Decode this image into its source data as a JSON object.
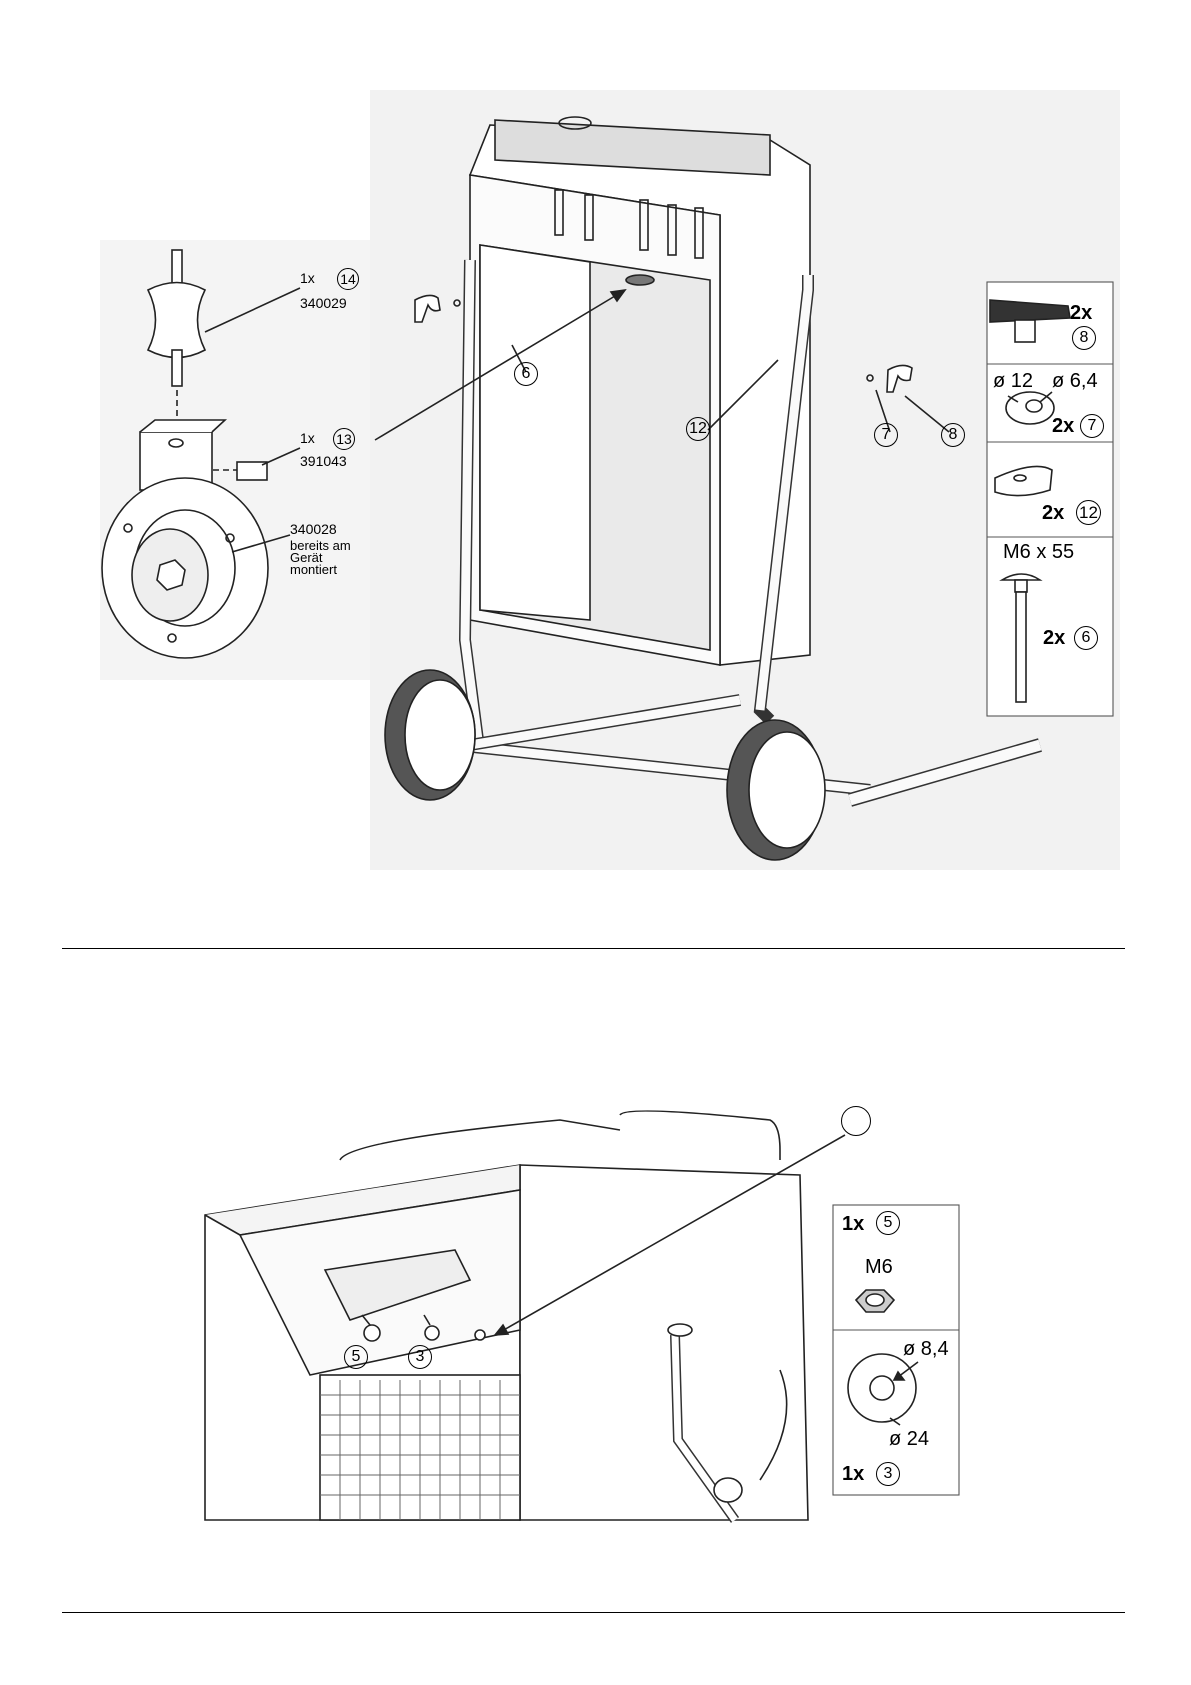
{
  "top_figure": {
    "part14": {
      "qty": "1x",
      "num": "14",
      "code": "340029"
    },
    "part13": {
      "qty": "1x",
      "num": "13",
      "code": "391043"
    },
    "part340028": {
      "code": "340028",
      "note_line1": "bereits am",
      "note_line2": "Gerät",
      "note_line3": "montiert"
    },
    "callouts": {
      "c6": "6",
      "c12": "12",
      "c7": "7",
      "c8": "8"
    },
    "parts_panel": {
      "item8": {
        "qty": "2x",
        "num": "8"
      },
      "item7": {
        "dia_outer": "ø 12",
        "dia_inner": "ø 6,4",
        "qty": "2x",
        "num": "7"
      },
      "item12": {
        "qty": "2x",
        "num": "12"
      },
      "item6": {
        "size": "M6 x 55",
        "qty": "2x",
        "num": "6"
      }
    }
  },
  "bottom_figure": {
    "callouts": {
      "c5": "5",
      "c3": "3"
    },
    "parts_panel": {
      "item5": {
        "qty": "1x",
        "num": "5",
        "size": "M6"
      },
      "item3": {
        "dia_inner": "ø 8,4",
        "dia_outer": "ø 24",
        "qty": "1x",
        "num": "3"
      }
    }
  }
}
